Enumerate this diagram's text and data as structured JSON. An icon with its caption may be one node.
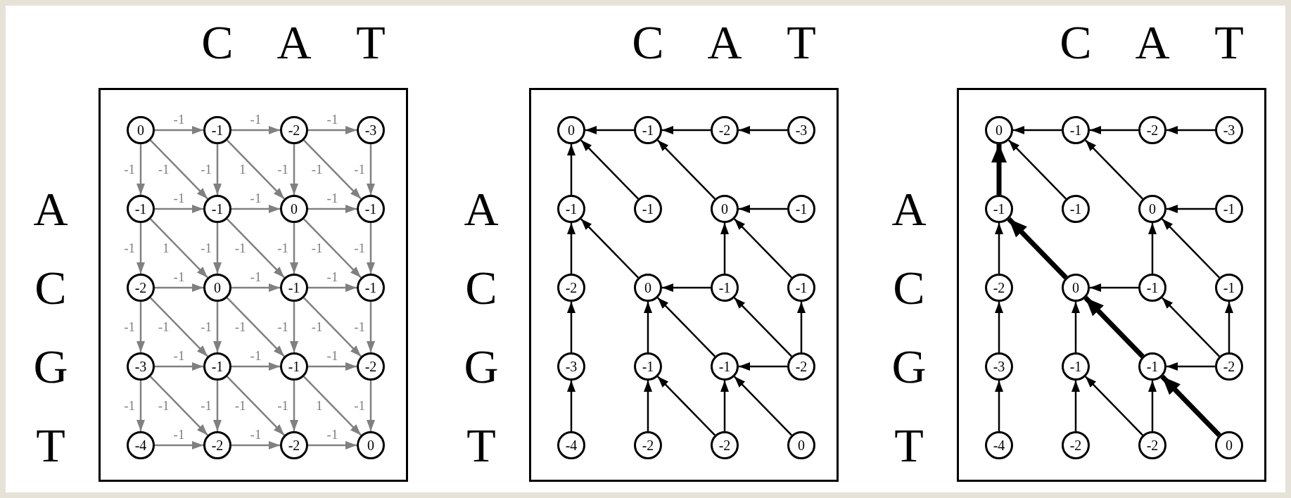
{
  "diagram": {
    "nodes": [
      {
        "text": [],
        "shape": "box"
      },
      {
        "text": [
          "0"
        ],
        "in": 0
      },
      {
        "text": [
          "-1"
        ],
        "in": 0
      },
      {
        "text": [
          "-2"
        ],
        "in": 0
      },
      {
        "text": [
          "-3"
        ],
        "in": 0
      },
      {
        "text": [
          "-1"
        ],
        "in": 0
      },
      {
        "text": [
          "-1"
        ],
        "in": 0
      },
      {
        "text": [
          "0"
        ],
        "in": 0
      },
      {
        "text": [
          "-1"
        ],
        "in": 0
      },
      {
        "text": [
          "-2"
        ],
        "in": 0
      },
      {
        "text": [
          "0"
        ],
        "in": 0
      },
      {
        "text": [
          "-1"
        ],
        "in": 0
      },
      {
        "text": [
          "-1"
        ],
        "in": 0
      },
      {
        "text": [
          "-3"
        ],
        "in": 0
      },
      {
        "text": [
          "-1"
        ],
        "in": 0
      },
      {
        "text": [
          "-1"
        ],
        "in": 0
      },
      {
        "text": [
          "-2"
        ],
        "in": 0
      },
      {
        "text": [
          "-4"
        ],
        "in": 0
      },
      {
        "text": [
          "-2"
        ],
        "in": 0
      },
      {
        "text": [
          "-2"
        ],
        "in": 0
      },
      {
        "text": [
          "0"
        ],
        "in": 0
      },
      {
        "text": [],
        "shape": "box"
      },
      {
        "text": [
          "0"
        ],
        "in": 21
      },
      {
        "text": [
          "-1"
        ],
        "in": 21
      },
      {
        "text": [
          "-2"
        ],
        "in": 21
      },
      {
        "text": [
          "-3"
        ],
        "in": 21
      },
      {
        "text": [
          "-1"
        ],
        "in": 21
      },
      {
        "text": [
          "-1"
        ],
        "in": 21
      },
      {
        "text": [
          "0"
        ],
        "in": 21
      },
      {
        "text": [
          "-1"
        ],
        "in": 21
      },
      {
        "text": [
          "-2"
        ],
        "in": 21
      },
      {
        "text": [
          "0"
        ],
        "in": 21
      },
      {
        "text": [
          "-1"
        ],
        "in": 21
      },
      {
        "text": [
          "-1"
        ],
        "in": 21
      },
      {
        "text": [
          "-3"
        ],
        "in": 21
      },
      {
        "text": [
          "-1"
        ],
        "in": 21
      },
      {
        "text": [
          "-1"
        ],
        "in": 21
      },
      {
        "text": [
          "-2"
        ],
        "in": 21
      },
      {
        "text": [
          "-4"
        ],
        "in": 21
      },
      {
        "text": [
          "-2"
        ],
        "in": 21
      },
      {
        "text": [
          "-2"
        ],
        "in": 21
      },
      {
        "text": [
          "0"
        ],
        "in": 21
      },
      {
        "text": [],
        "shape": "box"
      },
      {
        "text": [
          "0"
        ],
        "in": 42
      },
      {
        "text": [
          "-1"
        ],
        "in": 42
      },
      {
        "text": [
          "-2"
        ],
        "in": 42
      },
      {
        "text": [
          "-3"
        ],
        "in": 42
      },
      {
        "text": [
          "-1"
        ],
        "in": 42
      },
      {
        "text": [
          "-1"
        ],
        "in": 42
      },
      {
        "text": [
          "0"
        ],
        "in": 42
      },
      {
        "text": [
          "-1"
        ],
        "in": 42
      },
      {
        "text": [
          "-2"
        ],
        "in": 42
      },
      {
        "text": [
          "0"
        ],
        "in": 42
      },
      {
        "text": [
          "-1"
        ],
        "in": 42
      },
      {
        "text": [
          "-1"
        ],
        "in": 42
      },
      {
        "text": [
          "-3"
        ],
        "in": 42
      },
      {
        "text": [
          "-1"
        ],
        "in": 42
      },
      {
        "text": [
          "-1"
        ],
        "in": 42
      },
      {
        "text": [
          "-2"
        ],
        "in": 42
      },
      {
        "text": [
          "-4"
        ],
        "in": 42
      },
      {
        "text": [
          "-2"
        ],
        "in": 42
      },
      {
        "text": [
          "-2"
        ],
        "in": 42
      },
      {
        "text": [
          "0"
        ],
        "in": 42
      }
    ],
    "edges": [
      {
        "from": 1,
        "to": 2,
        "arrow": "to",
        "label": "-1",
        "color": "#808080"
      },
      {
        "from": 1,
        "to": 5,
        "arrow": "to",
        "label": "-1",
        "color": "#808080"
      },
      {
        "from": 1,
        "to": 6,
        "arrow": "to",
        "label": "-1",
        "color": "#808080"
      },
      {
        "from": 2,
        "to": 3,
        "arrow": "to",
        "label": "-1",
        "color": "#808080"
      },
      {
        "from": 2,
        "to": 6,
        "arrow": "to",
        "label": "-1",
        "color": "#808080"
      },
      {
        "from": 2,
        "to": 7,
        "arrow": "to",
        "label": "1",
        "color": "#808080"
      },
      {
        "from": 3,
        "to": 4,
        "arrow": "to",
        "label": "-1",
        "color": "#808080"
      },
      {
        "from": 3,
        "to": 7,
        "arrow": "to",
        "label": "-1",
        "color": "#808080"
      },
      {
        "from": 3,
        "to": 8,
        "arrow": "to",
        "label": "-1",
        "color": "#808080"
      },
      {
        "from": 4,
        "to": 8,
        "arrow": "to",
        "label": "-1",
        "color": "#808080"
      },
      {
        "from": 5,
        "to": 6,
        "arrow": "to",
        "label": "-1",
        "color": "#808080"
      },
      {
        "from": 5,
        "to": 9,
        "arrow": "to",
        "label": "-1",
        "color": "#808080"
      },
      {
        "from": 5,
        "to": 10,
        "arrow": "to",
        "label": "1",
        "color": "#808080"
      },
      {
        "from": 6,
        "to": 7,
        "arrow": "to",
        "label": "-1",
        "color": "#808080"
      },
      {
        "from": 6,
        "to": 10,
        "arrow": "to",
        "label": "-1",
        "color": "#808080"
      },
      {
        "from": 6,
        "to": 11,
        "arrow": "to",
        "label": "-1",
        "color": "#808080"
      },
      {
        "from": 7,
        "to": 8,
        "arrow": "to",
        "label": "-1",
        "color": "#808080"
      },
      {
        "from": 7,
        "to": 11,
        "arrow": "to",
        "label": "-1",
        "color": "#808080"
      },
      {
        "from": 7,
        "to": 12,
        "arrow": "to",
        "label": "-1",
        "color": "#808080"
      },
      {
        "from": 8,
        "to": 12,
        "arrow": "to",
        "label": "-1",
        "color": "#808080"
      },
      {
        "from": 9,
        "to": 10,
        "arrow": "to",
        "label": "-1",
        "color": "#808080"
      },
      {
        "from": 9,
        "to": 13,
        "arrow": "to",
        "label": "-1",
        "color": "#808080"
      },
      {
        "from": 9,
        "to": 14,
        "arrow": "to",
        "label": "-1",
        "color": "#808080"
      },
      {
        "from": 10,
        "to": 11,
        "arrow": "to",
        "label": "-1",
        "color": "#808080"
      },
      {
        "from": 10,
        "to": 14,
        "arrow": "to",
        "label": "-1",
        "color": "#808080"
      },
      {
        "from": 10,
        "to": 15,
        "arrow": "to",
        "label": "-1",
        "color": "#808080"
      },
      {
        "from": 11,
        "to": 12,
        "arrow": "to",
        "label": "-1",
        "color": "#808080"
      },
      {
        "from": 11,
        "to": 15,
        "arrow": "to",
        "label": "-1",
        "color": "#808080"
      },
      {
        "from": 11,
        "to": 16,
        "arrow": "to",
        "label": "-1",
        "color": "#808080"
      },
      {
        "from": 12,
        "to": 16,
        "arrow": "to",
        "label": "-1",
        "color": "#808080"
      },
      {
        "from": 13,
        "to": 14,
        "arrow": "to",
        "label": "-1",
        "color": "#808080"
      },
      {
        "from": 13,
        "to": 17,
        "arrow": "to",
        "label": "-1",
        "color": "#808080"
      },
      {
        "from": 13,
        "to": 18,
        "arrow": "to",
        "label": "-1",
        "color": "#808080"
      },
      {
        "from": 14,
        "to": 15,
        "arrow": "to",
        "label": "-1",
        "color": "#808080"
      },
      {
        "from": 14,
        "to": 18,
        "arrow": "to",
        "label": "-1",
        "color": "#808080"
      },
      {
        "from": 14,
        "to": 19,
        "arrow": "to",
        "label": "-1",
        "color": "#808080"
      },
      {
        "from": 15,
        "to": 16,
        "arrow": "to",
        "label": "-1",
        "color": "#808080"
      },
      {
        "from": 15,
        "to": 19,
        "arrow": "to",
        "label": "-1",
        "color": "#808080"
      },
      {
        "from": 15,
        "to": 20,
        "arrow": "to",
        "label": "1",
        "color": "#808080"
      },
      {
        "from": 16,
        "to": 20,
        "arrow": "to",
        "label": "-1",
        "color": "#808080"
      },
      {
        "from": 17,
        "to": 18,
        "arrow": "to",
        "label": "-1",
        "color": "#808080"
      },
      {
        "from": 18,
        "to": 19,
        "arrow": "to",
        "label": "-1",
        "color": "#808080"
      },
      {
        "from": 19,
        "to": 20,
        "arrow": "to",
        "label": "-1",
        "color": "#808080"
      },
      {
        "from": 23,
        "to": 22,
        "arrow": "to"
      },
      {
        "from": 24,
        "to": 23,
        "arrow": "to"
      },
      {
        "from": 25,
        "to": 24,
        "arrow": "to"
      },
      {
        "from": 26,
        "to": 22,
        "arrow": "to"
      },
      {
        "from": 27,
        "to": 22,
        "arrow": "to"
      },
      {
        "from": 28,
        "to": 23,
        "arrow": "to"
      },
      {
        "from": 29,
        "to": 28,
        "arrow": "to"
      },
      {
        "from": 30,
        "to": 26,
        "arrow": "to"
      },
      {
        "from": 31,
        "to": 26,
        "arrow": "to"
      },
      {
        "from": 32,
        "to": 31,
        "arrow": "to"
      },
      {
        "from": 32,
        "to": 28,
        "arrow": "to"
      },
      {
        "from": 33,
        "to": 28,
        "arrow": "to"
      },
      {
        "from": 34,
        "to": 30,
        "arrow": "to"
      },
      {
        "from": 35,
        "to": 31,
        "arrow": "to"
      },
      {
        "from": 36,
        "to": 31,
        "arrow": "to"
      },
      {
        "from": 37,
        "to": 36,
        "arrow": "to"
      },
      {
        "from": 37,
        "to": 32,
        "arrow": "to"
      },
      {
        "from": 37,
        "to": 33,
        "arrow": "to"
      },
      {
        "from": 38,
        "to": 34,
        "arrow": "to"
      },
      {
        "from": 39,
        "to": 35,
        "arrow": "to"
      },
      {
        "from": 40,
        "to": 35,
        "arrow": "to"
      },
      {
        "from": 40,
        "to": 36,
        "arrow": "to"
      },
      {
        "from": 41,
        "to": 36,
        "arrow": "to"
      },
      {
        "from": 44,
        "to": 43,
        "arrow": "to"
      },
      {
        "from": 45,
        "to": 44,
        "arrow": "to"
      },
      {
        "from": 46,
        "to": 45,
        "arrow": "to"
      },
      {
        "from": 47,
        "to": 43,
        "arrow": "to",
        "style": "thick"
      },
      {
        "from": 48,
        "to": 43,
        "arrow": "to"
      },
      {
        "from": 49,
        "to": 44,
        "arrow": "to"
      },
      {
        "from": 50,
        "to": 49,
        "arrow": "to"
      },
      {
        "from": 51,
        "to": 47,
        "arrow": "to"
      },
      {
        "from": 52,
        "to": 47,
        "arrow": "to",
        "style": "thick"
      },
      {
        "from": 53,
        "to": 52,
        "arrow": "to"
      },
      {
        "from": 53,
        "to": 49,
        "arrow": "to"
      },
      {
        "from": 54,
        "to": 49,
        "arrow": "to"
      },
      {
        "from": 55,
        "to": 51,
        "arrow": "to"
      },
      {
        "from": 56,
        "to": 52,
        "arrow": "to"
      },
      {
        "from": 57,
        "to": 52,
        "arrow": "to",
        "style": "thick"
      },
      {
        "from": 58,
        "to": 57,
        "arrow": "to"
      },
      {
        "from": 58,
        "to": 53,
        "arrow": "to"
      },
      {
        "from": 58,
        "to": 54,
        "arrow": "to"
      },
      {
        "from": 59,
        "to": 55,
        "arrow": "to"
      },
      {
        "from": 60,
        "to": 56,
        "arrow": "to"
      },
      {
        "from": 61,
        "to": 56,
        "arrow": "to"
      },
      {
        "from": 61,
        "to": 57,
        "arrow": "to"
      },
      {
        "from": 62,
        "to": 57,
        "arrow": "to",
        "style": "thick"
      }
    ],
    "labels": [
      "C",
      "A",
      "T",
      "C",
      "A",
      "T",
      "C",
      "A",
      "T",
      "A",
      "A",
      "A",
      "C",
      "C",
      "C",
      "G",
      "G",
      "G",
      "T",
      "T",
      "T"
    ]
  }
}
